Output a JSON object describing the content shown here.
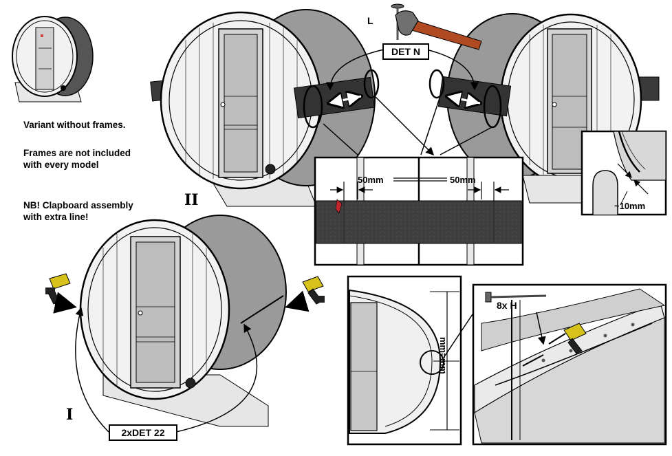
{
  "notes": {
    "variant": "Variant  without frames.",
    "frames": "Frames are not included with every model",
    "nb": "NB! Clapboard assembly with extra line!"
  },
  "steps": {
    "one": "I",
    "two": "II"
  },
  "callouts": {
    "det_n": "DET N",
    "det_22": "2xDET 22",
    "screws": "8x H",
    "nail": "L"
  },
  "dimensions": {
    "left_offset": "50mm",
    "right_offset": "50mm",
    "gap": "~10mm",
    "equal": "mm=mm"
  }
}
